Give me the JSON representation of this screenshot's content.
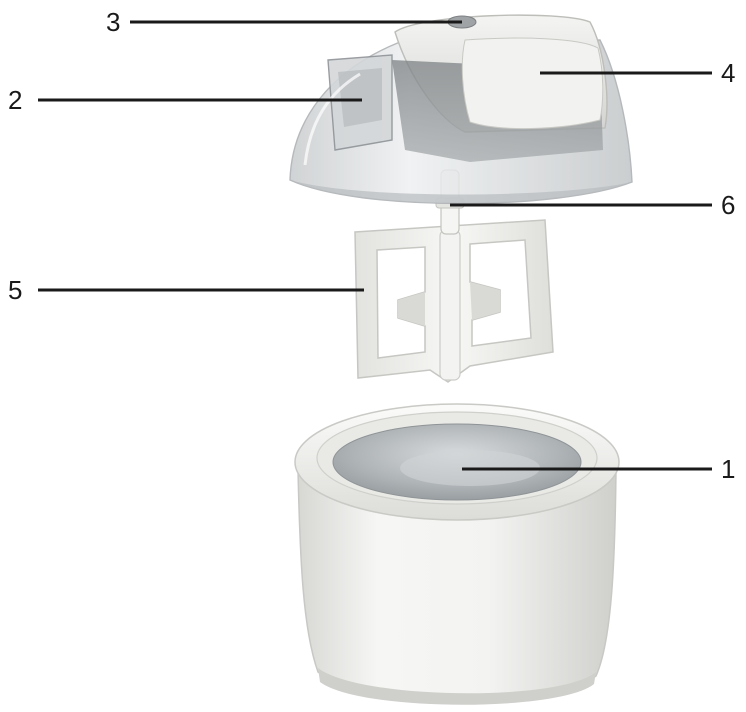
{
  "diagram": {
    "callouts": [
      {
        "id": "callout-1",
        "label": "1"
      },
      {
        "id": "callout-2",
        "label": "2"
      },
      {
        "id": "callout-3",
        "label": "3"
      },
      {
        "id": "callout-4",
        "label": "4"
      },
      {
        "id": "callout-5",
        "label": "5"
      },
      {
        "id": "callout-6",
        "label": "6"
      }
    ],
    "colors": {
      "leader_line": "#1a1a1a",
      "plastic_white": "#f1f1ef",
      "plastic_shadow": "#cfcfcc",
      "clear_lid": "#d9dcde",
      "motor_housing": "#ececea",
      "metal_bowl": "#b9bdc0"
    }
  }
}
